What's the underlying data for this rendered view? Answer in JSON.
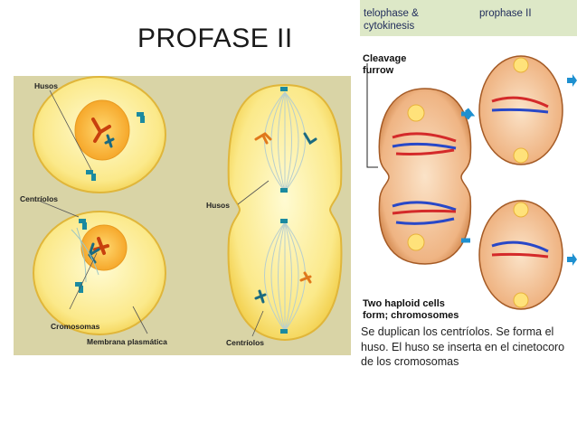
{
  "title": "PROFASE II",
  "left_figure": {
    "labels": {
      "husos_top": "Husos",
      "centriolos_left": "Centríolos",
      "husos_right": "Husos",
      "cromosomas": "Cromosomas",
      "membrana": "Membrana plasmática",
      "centriolos_bottom": "Centríolos"
    }
  },
  "right_figure": {
    "header_left_line1": "telophase &",
    "header_left_line2": "cytokinesis",
    "header_right": "prophase II",
    "cleavage_line1": "Cleavage",
    "cleavage_line2": "furrow",
    "bottom_line1": "Two haploid cells",
    "bottom_line2": "form; chromosomes"
  },
  "caption": "Se duplican los centríolos. Se forma el huso. El huso se inserta en el cinetocoro de los cromosomas"
}
